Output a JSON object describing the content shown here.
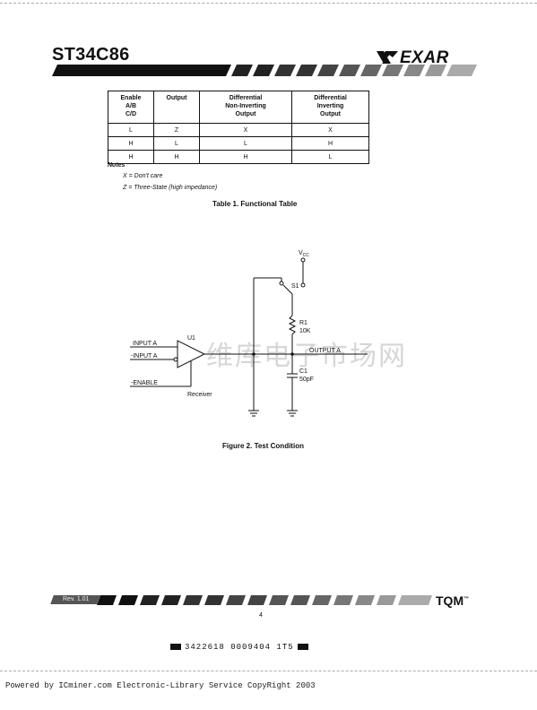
{
  "header": {
    "part_number": "ST34C86",
    "brand": "EXAR"
  },
  "function_table": {
    "headers": [
      "Enable\nA/B\nC/D",
      "Output",
      "Differential\nNon-Inverting\nOutput",
      "Differential\nInverting\nOutput"
    ],
    "rows": [
      [
        "L",
        "Z",
        "X",
        "X"
      ],
      [
        "H",
        "L",
        "L",
        "H"
      ],
      [
        "H",
        "H",
        "H",
        "L"
      ]
    ],
    "caption": "Table 1.  Functional Table"
  },
  "notes": {
    "title": "Notes",
    "items": [
      "X = Don't care",
      "Z = Three-State (high impedance)"
    ]
  },
  "circuit": {
    "vcc": "V",
    "vcc_sub": "CC",
    "switch": "S1",
    "resistor_name": "R1",
    "resistor_value": "10K",
    "capacitor_name": "C1",
    "capacitor_value": "50pF",
    "buffer": "U1",
    "receiver": "Receiver",
    "input_a": "INPUT A",
    "input_a_neg": "-INPUT A",
    "enable": "-ENABLE",
    "output": "OUTPUT A",
    "caption": "Figure 2.  Test Condition"
  },
  "watermark": "维库电子市场网",
  "page_footer": {
    "revision": "Rev. 1.01",
    "logo": "TQM",
    "trademark": "™",
    "page_number": "4",
    "barcode_text": "3422618 0009404 1T5",
    "copyright": "Powered by ICminer.com Electronic-Library Service CopyRight 2003"
  }
}
